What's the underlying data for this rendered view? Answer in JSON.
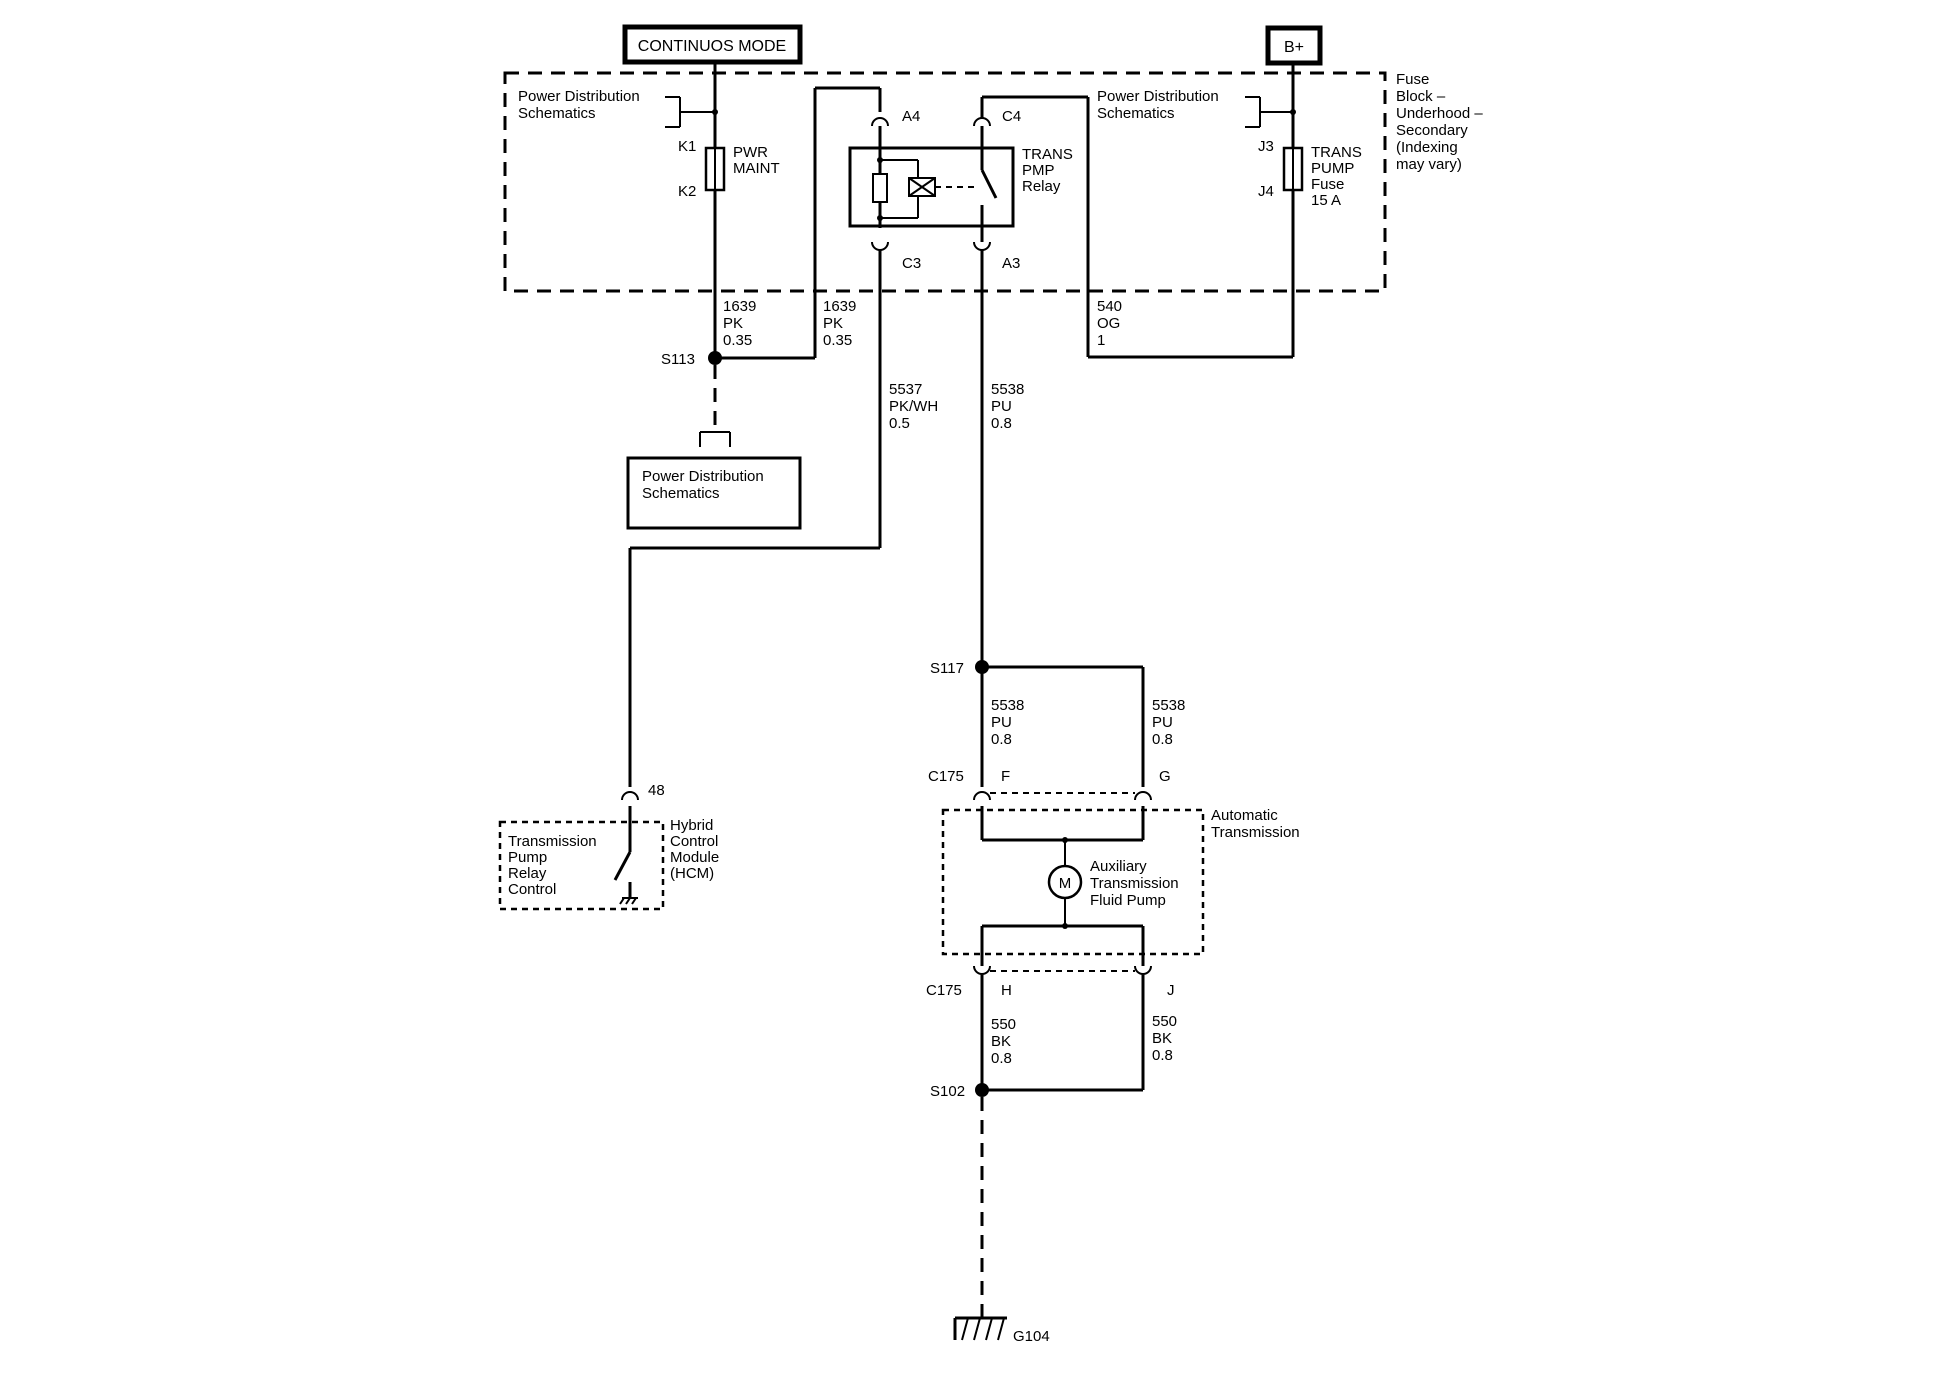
{
  "labels": {
    "continuous_mode": "CONTINUOS MODE",
    "b_plus": "B+",
    "fuse_block_1": "Fuse",
    "fuse_block_2": "Block –",
    "fuse_block_3": "Underhood –",
    "fuse_block_4": "Secondary",
    "fuse_block_5": "(Indexing",
    "fuse_block_6": "may vary)",
    "pds_left_1": "Power Distribution",
    "pds_left_2": "Schematics",
    "pds_right_1": "Power Distribution",
    "pds_right_2": "Schematics",
    "pds_box_1": "Power Distribution",
    "pds_box_2": "Schematics",
    "pwr_maint_1": "PWR",
    "pwr_maint_2": "MAINT",
    "k1": "K1",
    "k2": "K2",
    "trans_pump_fuse_1": "TRANS",
    "trans_pump_fuse_2": "PUMP",
    "trans_pump_fuse_3": "Fuse",
    "trans_pump_fuse_4": "15 A",
    "j3": "J3",
    "j4": "J4",
    "relay_1": "TRANS",
    "relay_2": "PMP",
    "relay_3": "Relay",
    "a4": "A4",
    "c4": "C4",
    "c3": "C3",
    "a3": "A3",
    "s113": "S113",
    "s117": "S117",
    "s102": "S102",
    "g104": "G104",
    "c175_top": "C175",
    "c175_bot": "C175",
    "pin_f": "F",
    "pin_g": "G",
    "pin_h": "H",
    "pin_j": "J",
    "pin_48": "48",
    "hcm_1": "Hybrid",
    "hcm_2": "Control",
    "hcm_3": "Module",
    "hcm_4": "(HCM)",
    "tprc_1": "Transmission",
    "tprc_2": "Pump",
    "tprc_3": "Relay",
    "tprc_4": "Control",
    "auto_trans_1": "Automatic",
    "auto_trans_2": "Transmission",
    "aux_pump_1": "Auxiliary",
    "aux_pump_2": "Transmission",
    "aux_pump_3": "Fluid Pump",
    "motor": "M"
  },
  "wires": {
    "w1639a": [
      "1639",
      "PK",
      "0.35"
    ],
    "w1639b": [
      "1639",
      "PK",
      "0.35"
    ],
    "w540": [
      "540",
      "OG",
      "1"
    ],
    "w5537": [
      "5537",
      "PK/WH",
      "0.5"
    ],
    "w5538a": [
      "5538",
      "PU",
      "0.8"
    ],
    "w5538b": [
      "5538",
      "PU",
      "0.8"
    ],
    "w5538c": [
      "5538",
      "PU",
      "0.8"
    ],
    "w550a": [
      "550",
      "BK",
      "0.8"
    ],
    "w550b": [
      "550",
      "BK",
      "0.8"
    ]
  }
}
